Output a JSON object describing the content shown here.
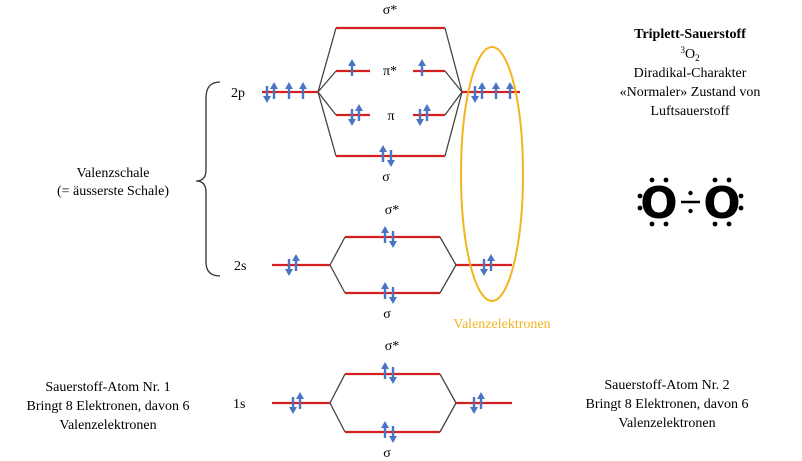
{
  "levels": {
    "p2": "2p",
    "s2": "2s",
    "s1": "1s"
  },
  "orbitals": {
    "sigma_star_2p": "σ*",
    "pi_star": "π*",
    "pi": "π",
    "sigma_2p": "σ",
    "sigma_star_2s": "σ*",
    "sigma_2s": "σ",
    "sigma_star_1s": "σ*",
    "sigma_1s": "σ"
  },
  "valence_shell": {
    "line1": "Valenzschale",
    "line2": "(= äusserste Schale)"
  },
  "valence_electrons_label": "Valenzelektronen",
  "atom1": {
    "line1": "Sauerstoff-Atom Nr. 1",
    "line2": "Bringt 8 Elektronen, davon 6",
    "line3": "Valenzelektronen"
  },
  "atom2": {
    "line1": "Sauerstoff-Atom Nr. 2",
    "line2": "Bringt 8 Elektronen, davon 6",
    "line3": "Valenzelektronen"
  },
  "info": {
    "title": "Triplett-Sauerstoff",
    "formula_superscript": "3",
    "formula_element": "O",
    "formula_subscript": "2",
    "line2": "Diradikal-Charakter",
    "line3": "«Normaler» Zustand von",
    "line4": "Luftsauerstoff"
  },
  "lewis": {
    "atom_left": "O",
    "atom_right": "O",
    "bond": "÷"
  },
  "colors": {
    "level_line": "#d42020",
    "connector": "#444444",
    "electron_arrow": "#4a74c4",
    "highlight_ellipse": "#f2b51f"
  },
  "icons": {
    "electron_spin_up": "arrow-up-icon",
    "electron_spin_down": "arrow-down-icon"
  }
}
